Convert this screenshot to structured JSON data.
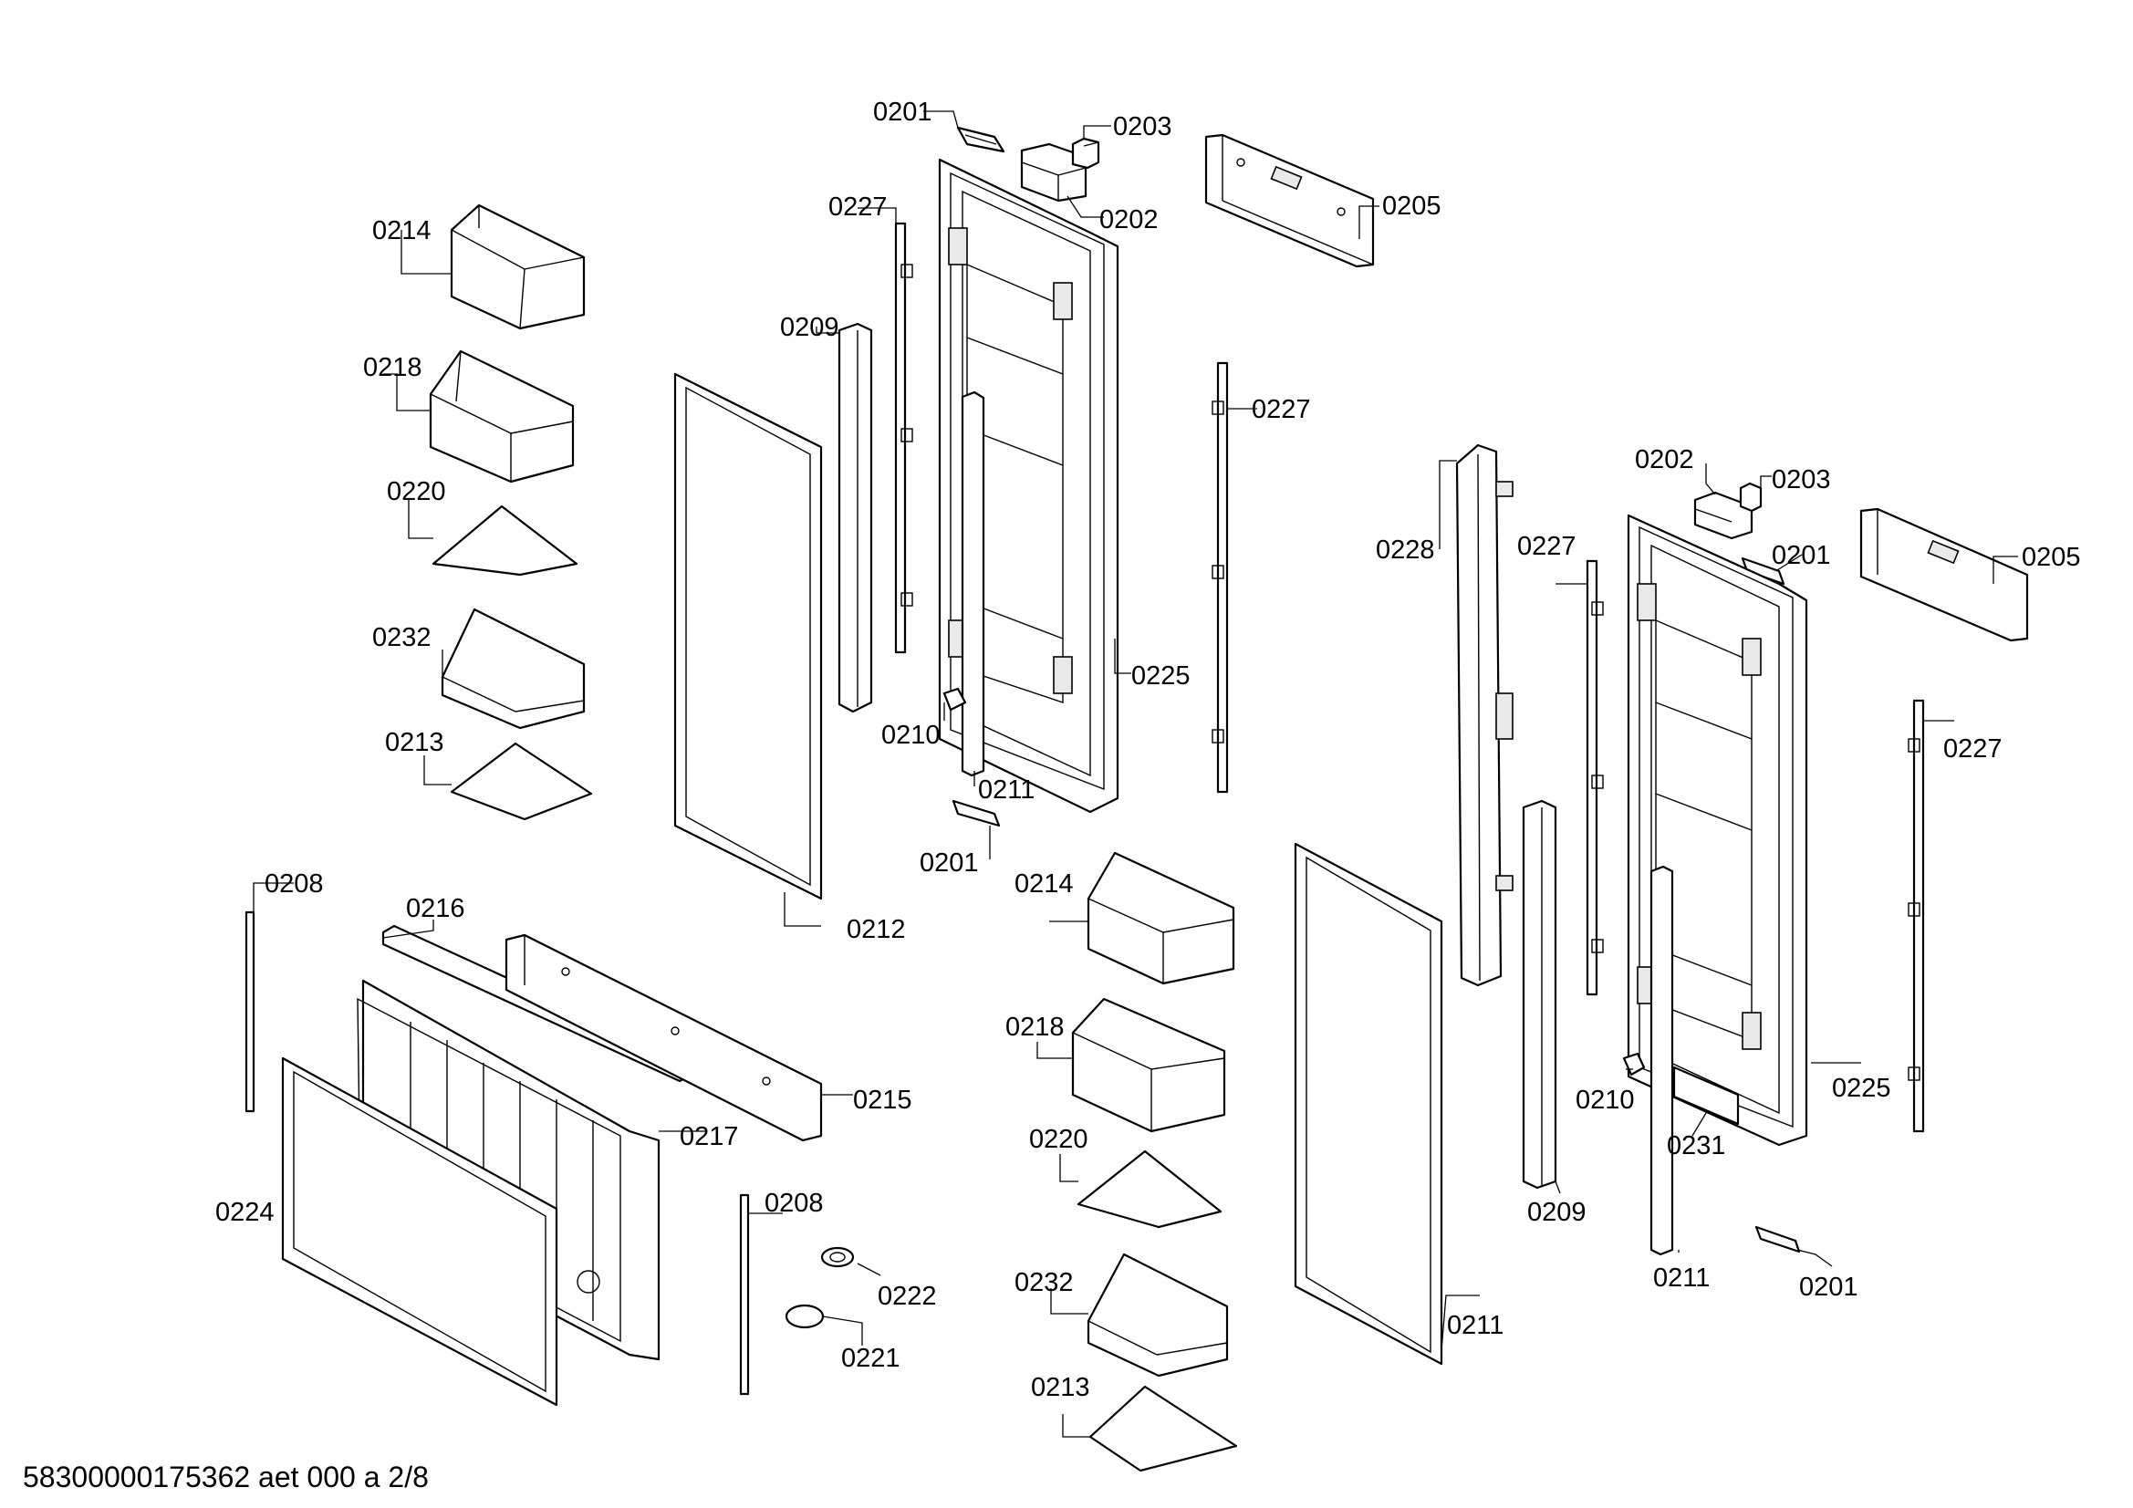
{
  "labels": {
    "l0201_a": "0201",
    "l0203_a": "0203",
    "l0202_a": "0202",
    "l0205_a": "0205",
    "l0227_a": "0227",
    "l0214_a": "0214",
    "l0209_a": "0209",
    "l0218_a": "0218",
    "l0227_b": "0227",
    "l0220_a": "0220",
    "l0202_b": "0202",
    "l0203_b": "0203",
    "l0228": "0228",
    "l0227_c": "0227",
    "l0201_b": "0201",
    "l0205_b": "0205",
    "l0232_a": "0232",
    "l0225_a": "0225",
    "l0210_a": "0210",
    "l0213_a": "0213",
    "l0211_a": "0211",
    "l0227_d": "0227",
    "l0201_c": "0201",
    "l0208_a": "0208",
    "l0214_b": "0214",
    "l0216": "0216",
    "l0212": "0212",
    "l0218_b": "0218",
    "l0215": "0215",
    "l0217": "0217",
    "l0210_b": "0210",
    "l0225_b": "0225",
    "l0231": "0231",
    "l0220_b": "0220",
    "l0224": "0224",
    "l0208_b": "0208",
    "l0209_b": "0209",
    "l0222": "0222",
    "l0232_b": "0232",
    "l0211_b": "0211",
    "l0201_d": "0201",
    "l0221": "0221",
    "l0211_c": "0211",
    "l0213_b": "0213"
  },
  "footer": "58300000175362 aet 000 a 2/8"
}
